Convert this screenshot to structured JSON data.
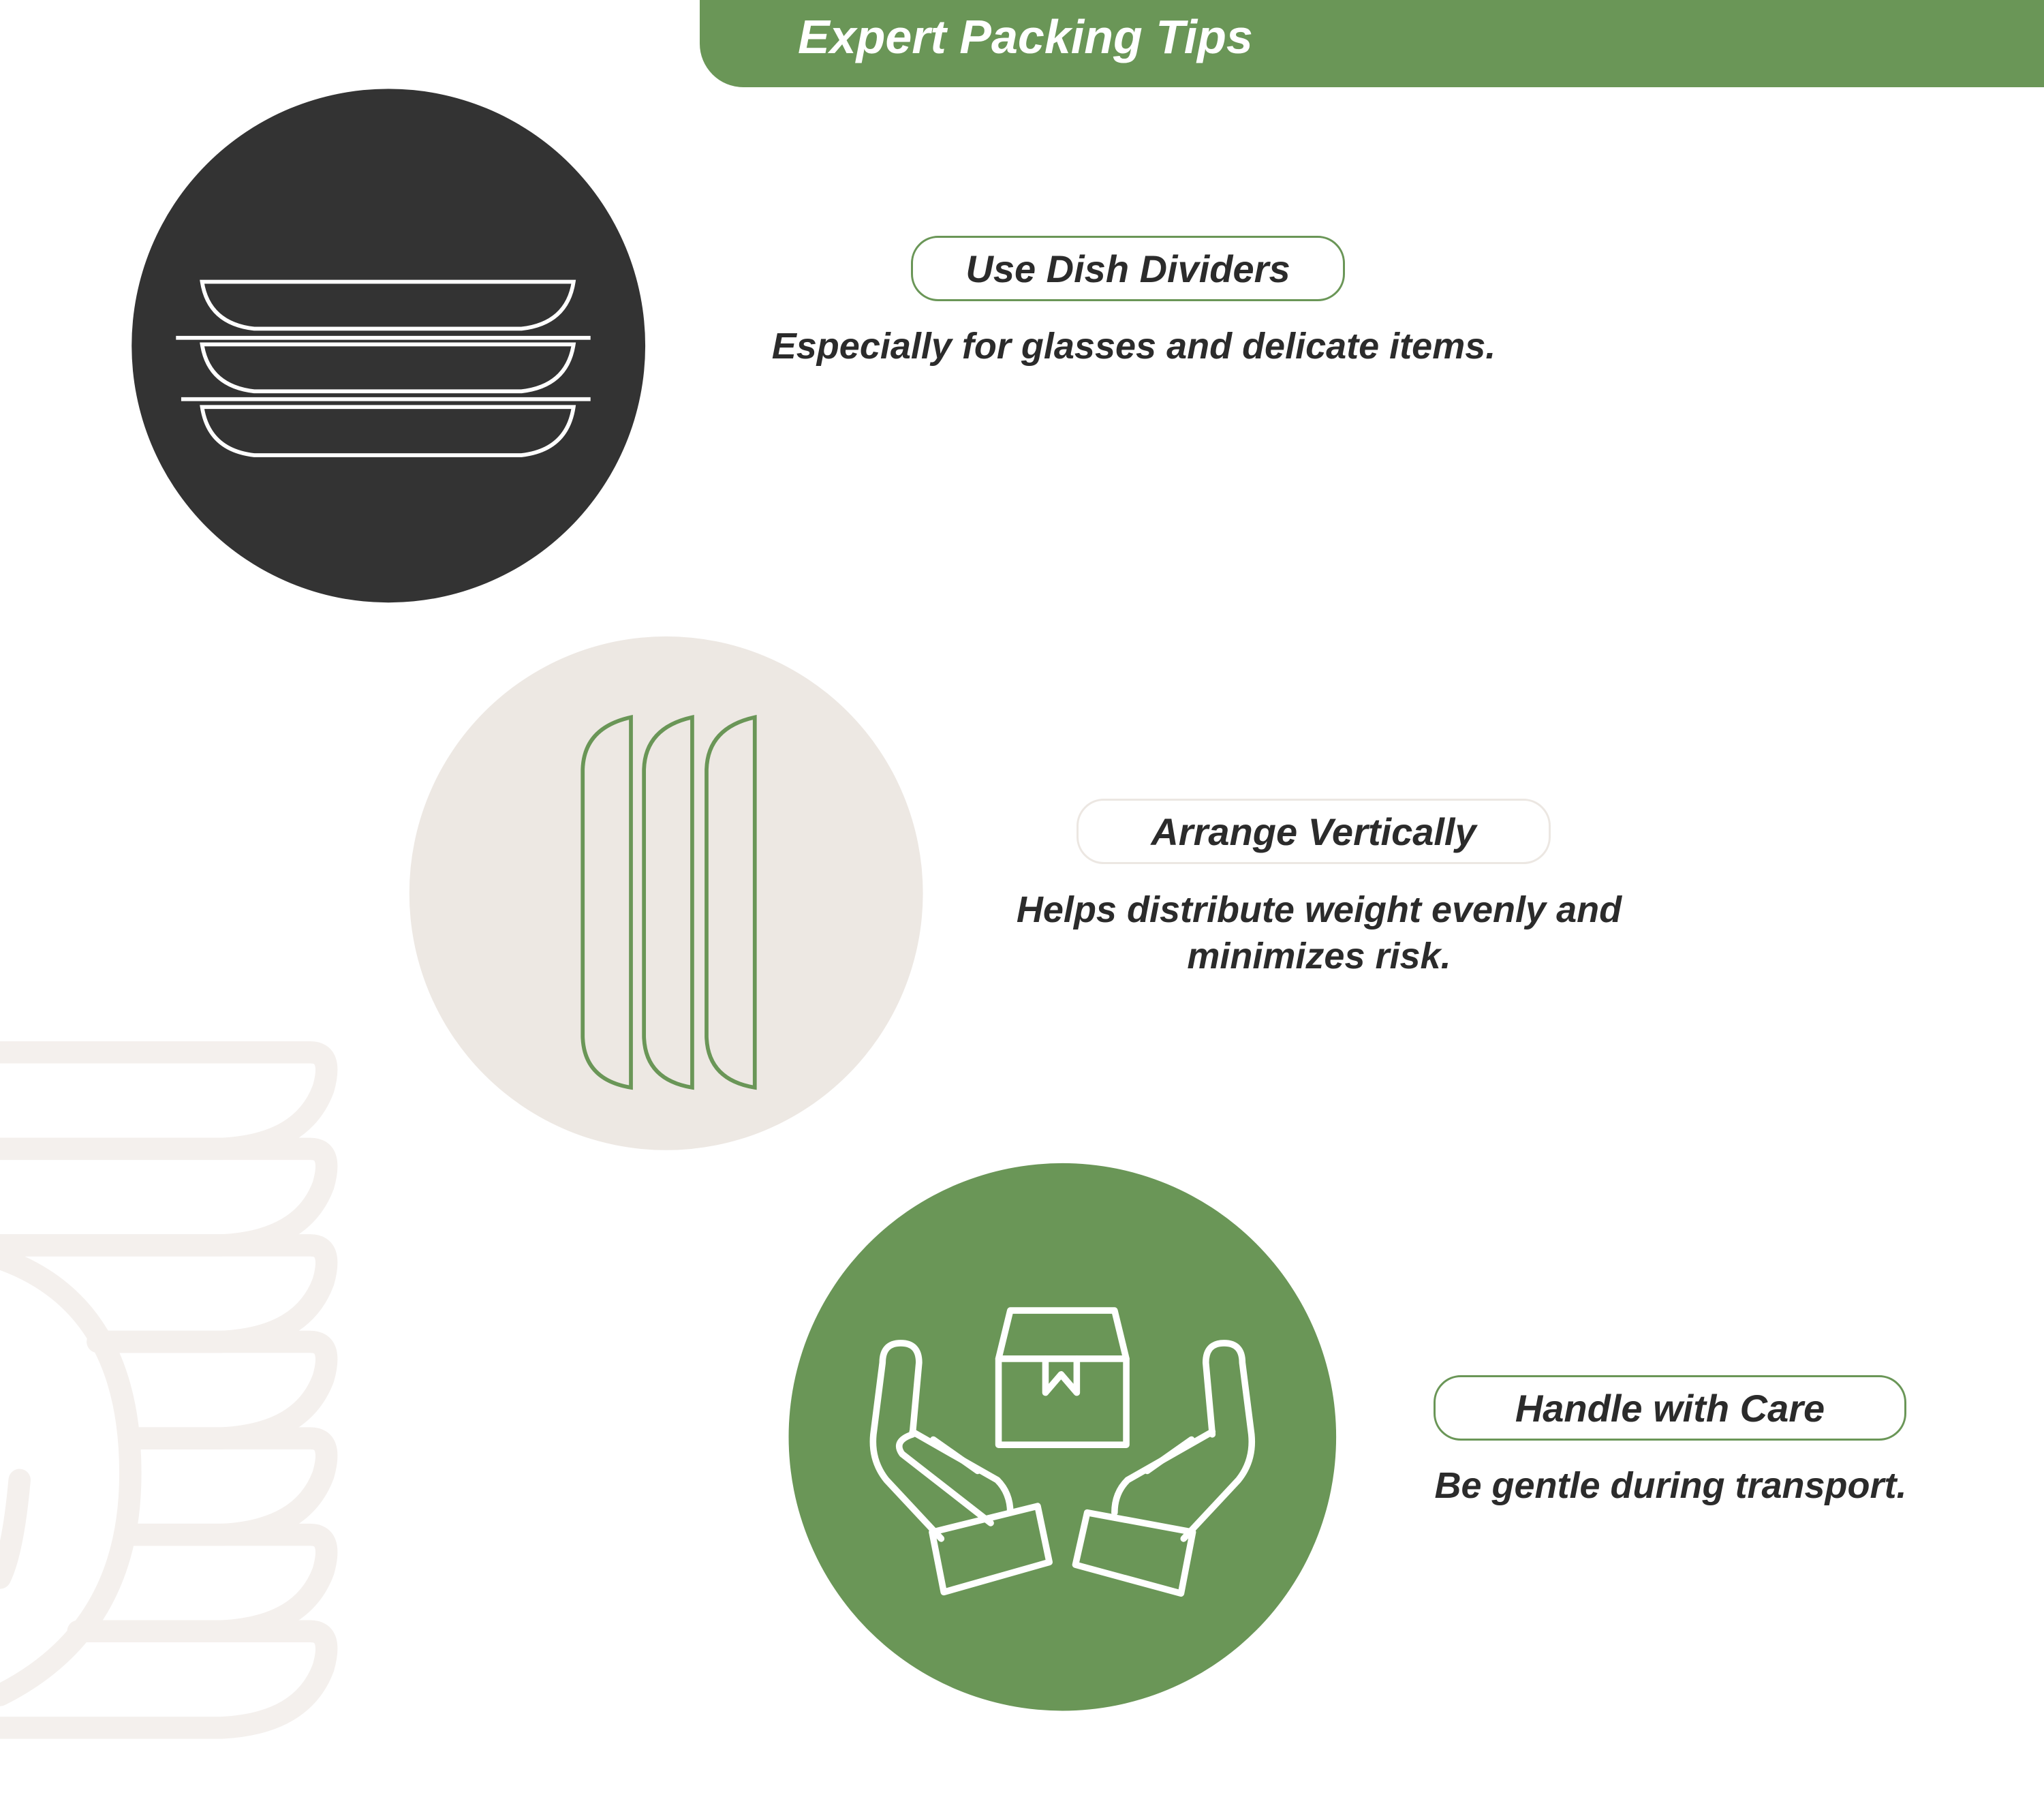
{
  "header": {
    "title": "Expert Packing Tips"
  },
  "tips": [
    {
      "title": "Use Dish Dividers",
      "description": "Especially for glasses and delicate items.",
      "icon": "stacked-plates-icon"
    },
    {
      "title": "Arrange Vertically",
      "description_lines": [
        "Helps distribute weight evenly and",
        "minimizes risk."
      ],
      "icon": "vertical-plates-icon"
    },
    {
      "title": "Handle with Care",
      "description": "Be gentle during transport.",
      "icon": "hands-holding-box-icon"
    }
  ],
  "colors": {
    "green": "#6a9657",
    "dark": "#333333",
    "beige": "#ede8e3",
    "decor": "#f4f0ed"
  }
}
